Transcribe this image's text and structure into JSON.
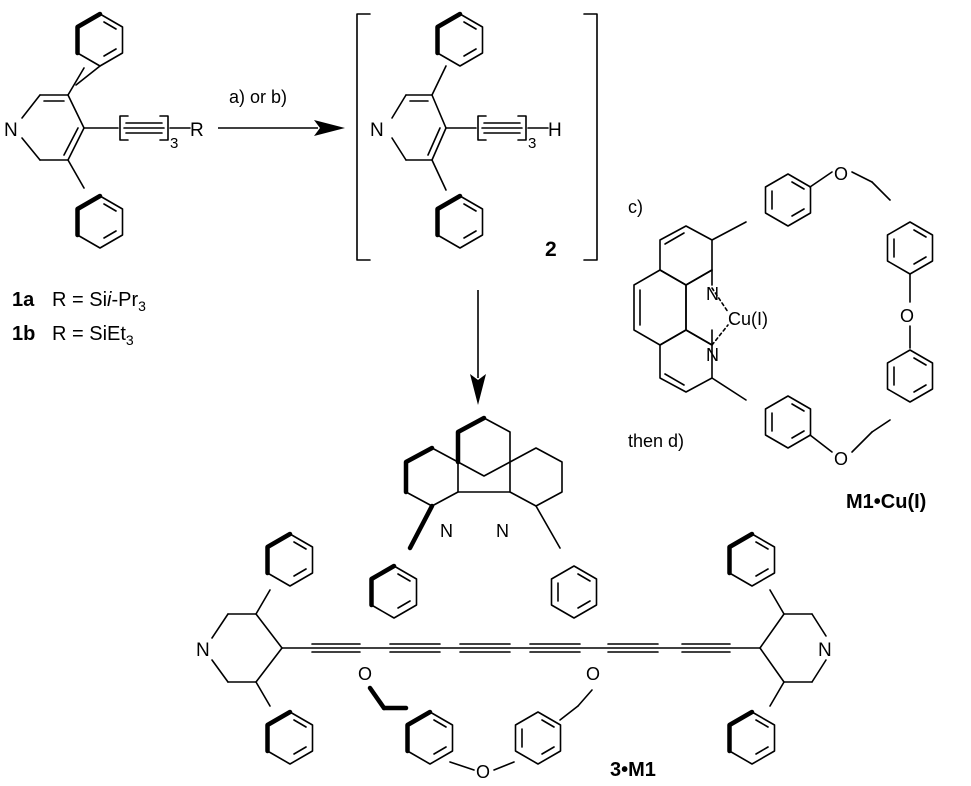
{
  "compound_1": {
    "atom_N": "N",
    "triple_subscript": "3",
    "R_group": "R",
    "label_1a": "1a",
    "def_1a_prefix": "R = Si",
    "def_1a_italic": "i",
    "def_1a_mid": "-Pr",
    "def_1a_sub": "3",
    "label_1b": "1b",
    "def_1b_prefix": "R = SiEt",
    "def_1b_sub": "3"
  },
  "step_ab": {
    "label": "a) or b)"
  },
  "compound_2": {
    "atom_N": "N",
    "triple_subscript": "3",
    "terminal_H": "H",
    "label": "2"
  },
  "macrocycle_M1Cu": {
    "step_label": "c)",
    "atom_N1": "N",
    "atom_N2": "N",
    "metal": "Cu(I)",
    "atom_O_top": "O",
    "atom_O_right": "O",
    "atom_O_bottom": "O",
    "then_label": "then d)",
    "label": "M1•Cu(I)"
  },
  "rotaxane_3M1": {
    "atom_N_left": "N",
    "atom_N_right": "N",
    "phen_N1": "N",
    "phen_N2": "N",
    "atom_O_left": "O",
    "atom_O_right": "O",
    "atom_O_bottom": "O",
    "label": "3•M1"
  }
}
